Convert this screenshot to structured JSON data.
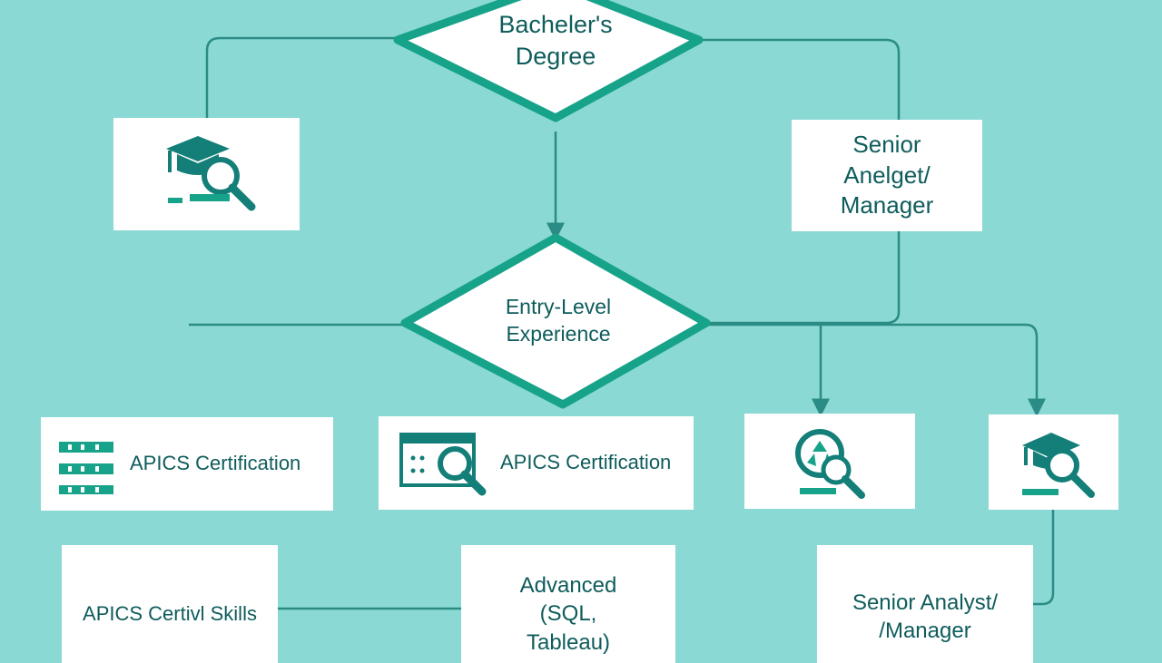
{
  "colors": {
    "background": "#8ad9d5",
    "line": "#2a8c85",
    "diamond_stroke": "#17a38a",
    "text": "#0f5c5c",
    "box": "#ffffff"
  },
  "nodes": {
    "bachelors": "Bacheler's\nDegree",
    "entry_level": "Entry-Level\nExperience",
    "senior_top": "Senior\nAnelget/\nManager",
    "apics_cert_1": "APICS Certification",
    "apics_cert_2": "APICS Certification",
    "apics_skills": "APICS Certivl Skills",
    "advanced": "Advanced\n(SQL,\nTableau)",
    "senior_bottom": "Senior Analyst/\n/Manager"
  },
  "icons": {
    "top_left": "graduation-cap-magnifier-icon",
    "mid_left": "list-icon",
    "mid_center": "browser-magnifier-icon",
    "mid_right_1": "recycle-magnifier-icon",
    "mid_right_2": "graduation-cap-magnifier-icon"
  }
}
